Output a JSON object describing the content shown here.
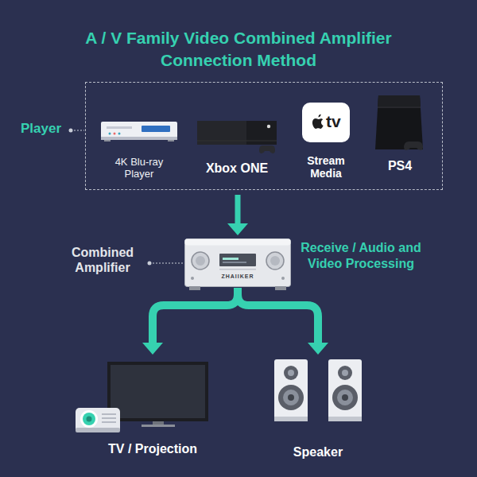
{
  "diagram": {
    "title": "A / V Family Video Combined Amplifier Connection Method",
    "nodes": [
      {
        "text": [
          "Player"
        ]
      },
      {
        "text": [
          "4K Blu-ray Player"
        ],
        "in": 0
      },
      {
        "text": [
          "Xbox ONE"
        ],
        "in": 0
      },
      {
        "text": [
          "Stream Media"
        ],
        "in": 0
      },
      {
        "text": [
          "PS4"
        ],
        "in": 0
      },
      {
        "text": [
          "Combined Amplifier",
          "Receive / Audio and Video Processing"
        ]
      },
      {
        "text": [
          "TV / Projection"
        ]
      },
      {
        "text": [
          "Speaker"
        ]
      }
    ],
    "edges": [
      {
        "from": 0,
        "to": 5,
        "arrow": "to"
      },
      {
        "from": 5,
        "to": 6,
        "arrow": "to"
      },
      {
        "from": 5,
        "to": 7,
        "arrow": "to"
      }
    ],
    "labels": [
      "tv",
      "ZHAIIKER"
    ]
  }
}
